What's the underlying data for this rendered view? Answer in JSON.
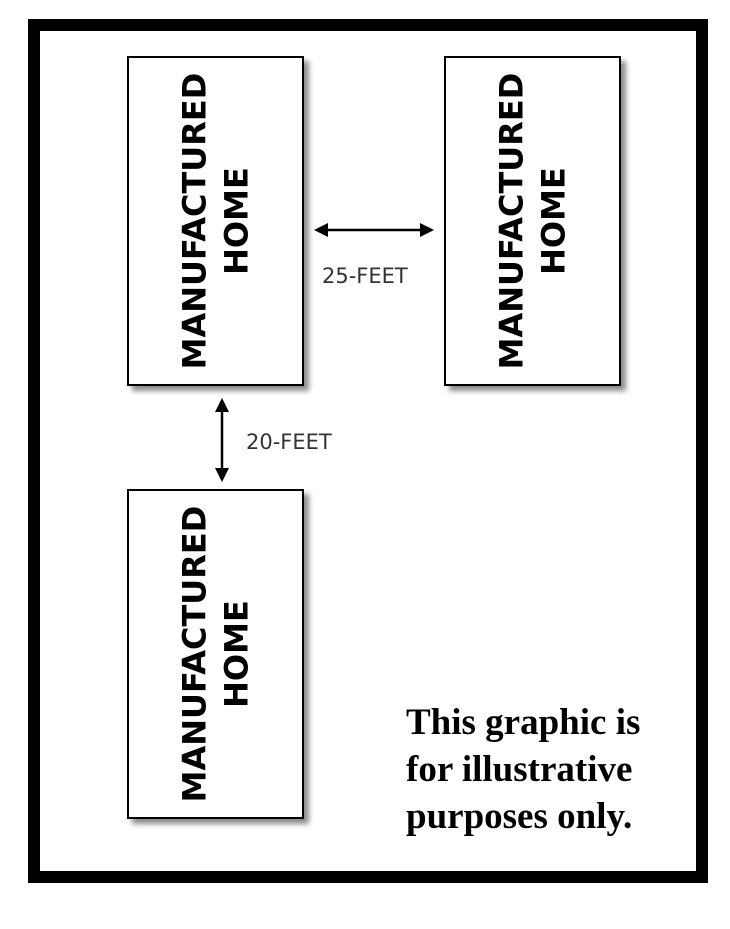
{
  "homes": [
    {
      "line1": "MANUFACTURED",
      "line2": "HOME"
    },
    {
      "line1": "MANUFACTURED",
      "line2": "HOME"
    },
    {
      "line1": "MANUFACTURED",
      "line2": "HOME"
    }
  ],
  "dimensions": {
    "horizontal": "25-FEET",
    "vertical": "20-FEET"
  },
  "note": {
    "line1": "This graphic is",
    "line2": "for illustrative",
    "line3": "purposes only."
  }
}
